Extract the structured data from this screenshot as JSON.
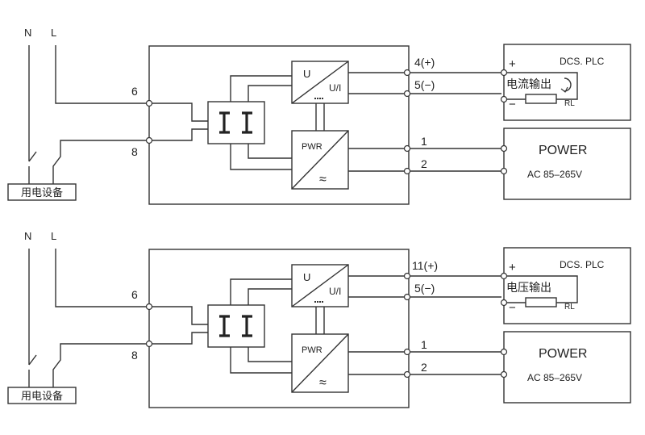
{
  "diagrams": [
    {
      "n_label": "N",
      "l_label": "L",
      "terminal_6": "6",
      "terminal_8": "8",
      "equipment_label": "用电设备",
      "converter_u": "U",
      "converter_ui": "U/I",
      "pwr_label": "PWR",
      "pwr_symbol": "≈",
      "out_pos": "4(+)",
      "out_neg": "5(−)",
      "pwr_term_1": "1",
      "pwr_term_2": "2",
      "dcs_label": "DCS. PLC",
      "plus_sign": "+",
      "minus_sign": "−",
      "output_label": "电流输出",
      "rl_label": "RL",
      "power_label": "POWER",
      "ac_label": "AC  85–265V"
    },
    {
      "n_label": "N",
      "l_label": "L",
      "terminal_6": "6",
      "terminal_8": "8",
      "equipment_label": "用电设备",
      "converter_u": "U",
      "converter_ui": "U/I",
      "pwr_label": "PWR",
      "pwr_symbol": "≈",
      "out_pos": "11(+)",
      "out_neg": "5(−)",
      "pwr_term_1": "1",
      "pwr_term_2": "2",
      "dcs_label": "DCS. PLC",
      "plus_sign": "+",
      "minus_sign": "−",
      "output_label": "电压输出",
      "rl_label": "RL",
      "power_label": "POWER",
      "ac_label": "AC  85–265V"
    }
  ]
}
